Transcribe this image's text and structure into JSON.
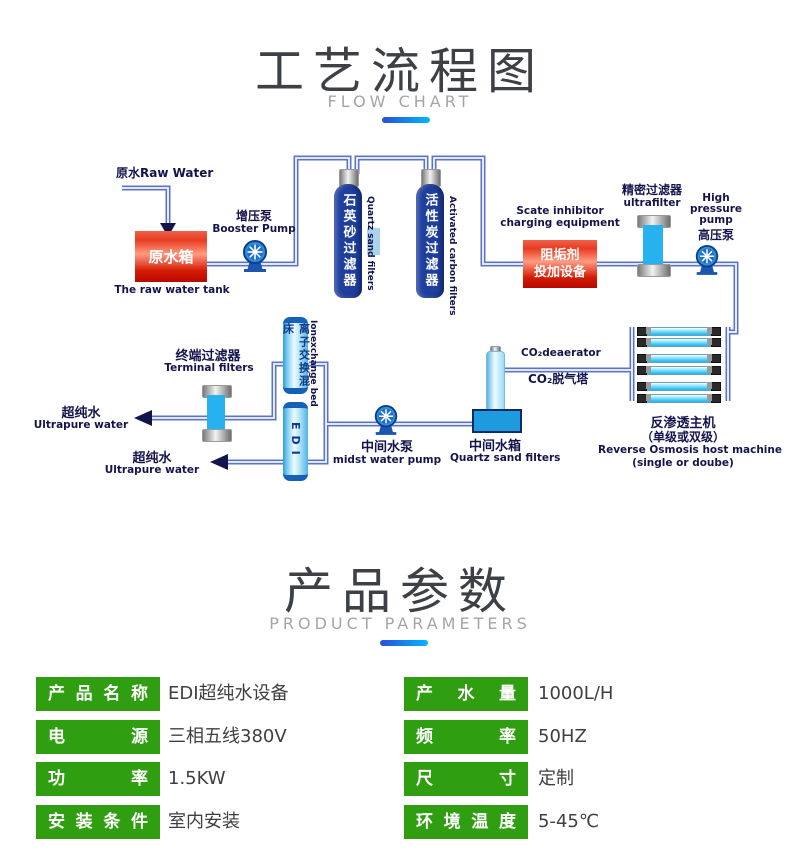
{
  "flow_header": {
    "title": "工艺流程图",
    "subtitle": "FLOW CHART"
  },
  "params_header": {
    "title": "产品参数",
    "subtitle": "PRODUCT PARAMETERS"
  },
  "colors": {
    "accent_gradient_start": "#2a4fd8",
    "accent_gradient_end": "#00b6ff",
    "pipe": "#5b74c9",
    "tank_navy": "#1e3f9e",
    "equipment_red": "#d41c04",
    "cyan_filter": "#25b2ef",
    "param_label_green": "#2f9e11"
  },
  "flowchart": {
    "raw_water_label": "原水Raw Water",
    "raw_tank": {
      "cn": "原水箱",
      "en": "The raw water tank"
    },
    "booster_pump": {
      "cn": "增压泵",
      "en": "Booster Pump"
    },
    "quartz_filter": {
      "cn": "石英砂过滤器",
      "en": "Quartz sand filters"
    },
    "carbon_filter": {
      "cn": "活性炭过滤器",
      "en": "Activated carbon filters"
    },
    "scale_inhibitor": {
      "en1": "Scate inhibitor",
      "en2": "charging equipment",
      "cn1": "阻垢剂",
      "cn2": "投加设备"
    },
    "ultrafilter": {
      "cn": "精密过滤器",
      "en": "ultrafilter"
    },
    "hp_pump": {
      "en1": "High",
      "en2": "pressure",
      "en3": "pump",
      "cn": "高压泵"
    },
    "ro_host": {
      "cn1": "反渗透主机",
      "cn2": "（单级或双级）",
      "en1": "Reverse Osmosis host machine",
      "en2": "(single or doube)"
    },
    "co2": {
      "en": "CO₂deaerator",
      "cn": "CO₂脱气塔"
    },
    "mid_tank": {
      "cn": "中间水箱",
      "en": "Quartz sand filters"
    },
    "mid_pump": {
      "cn": "中间水泵",
      "en": "midst water pump"
    },
    "ion_bed": {
      "cn": "离子交换混床",
      "en": "Ionexchange bed"
    },
    "edi": {
      "label": "EDI"
    },
    "terminal_filter": {
      "cn": "终端过滤器",
      "en": "Terminal filters"
    },
    "ultrapure1": {
      "cn": "超纯水",
      "en": "Ultrapure water"
    },
    "ultrapure2": {
      "cn": "超纯水",
      "en": "Ultrapure water"
    }
  },
  "parameters": {
    "left": [
      {
        "label": "产品名称",
        "value": "EDI超纯水设备"
      },
      {
        "label": "电源",
        "value": "三相五线380V"
      },
      {
        "label": "功率",
        "value": "1.5KW"
      },
      {
        "label": "安装条件",
        "value": "室内安装"
      }
    ],
    "right": [
      {
        "label": "产水量",
        "value": "1000L/H"
      },
      {
        "label": "频率",
        "value": "50HZ"
      },
      {
        "label": "尺寸",
        "value": "定制"
      },
      {
        "label": "环境温度",
        "value": "5-45℃"
      }
    ]
  }
}
